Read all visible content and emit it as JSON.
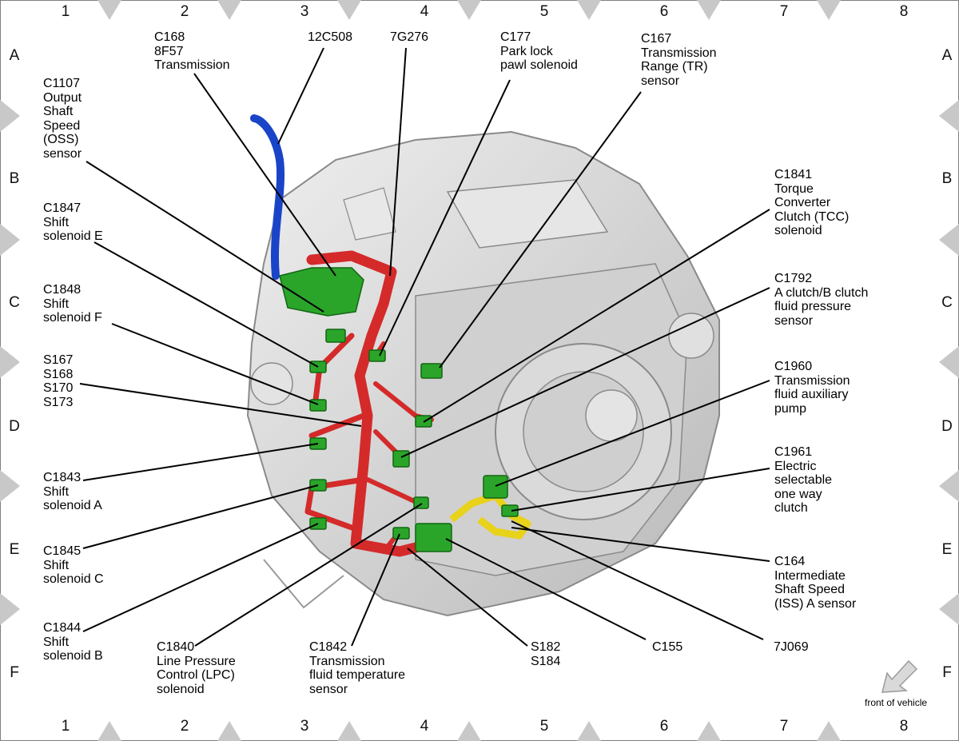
{
  "grid": {
    "columns": [
      "1",
      "2",
      "3",
      "4",
      "5",
      "6",
      "7",
      "8"
    ],
    "rows": [
      "A",
      "B",
      "C",
      "D",
      "E",
      "F"
    ]
  },
  "labels": {
    "c1107": "C1107\nOutput\nShaft\nSpeed\n(OSS)\nsensor",
    "c168": "C168\n8F57\nTransmission",
    "c12c508": "12C508",
    "c7g276": "7G276",
    "c177": "C177\nPark lock\npawl solenoid",
    "c167": "C167\nTransmission\nRange (TR)\nsensor",
    "c1841": "C1841\nTorque\nConverter\nClutch (TCC)\nsolenoid",
    "c1847": "C1847\nShift\nsolenoid E",
    "c1848": "C1848\nShift\nsolenoid F",
    "s167": "S167\nS168\nS170\nS173",
    "c1792": "C1792\nA clutch/B clutch\nfluid pressure\nsensor",
    "c1960": "C1960\nTransmission\nfluid auxiliary\npump",
    "c1961": "C1961\nElectric\nselectable\none way\nclutch",
    "c1843": "C1843\nShift\nsolenoid A",
    "c1845": "C1845\nShift\nsolenoid C",
    "c1844": "C1844\nShift\nsolenoid B",
    "c164": "C164\nIntermediate\nShaft Speed\n(ISS) A sensor",
    "c1840": "C1840\nLine Pressure\nControl (LPC)\nsolenoid",
    "c1842": "C1842\nTransmission\nfluid temperature\nsensor",
    "s182": "S182\nS184",
    "c155": "C155",
    "c7j069": "7J069"
  },
  "front_of_vehicle": "front of vehicle",
  "colors": {
    "harness_red": "#d42a2a",
    "connector_green": "#2aa52a",
    "harness_blue": "#1a44c8",
    "harness_yellow": "#e8d21a",
    "housing_gray": "#d9d9d9",
    "marker_gray": "#c8c8c8"
  }
}
